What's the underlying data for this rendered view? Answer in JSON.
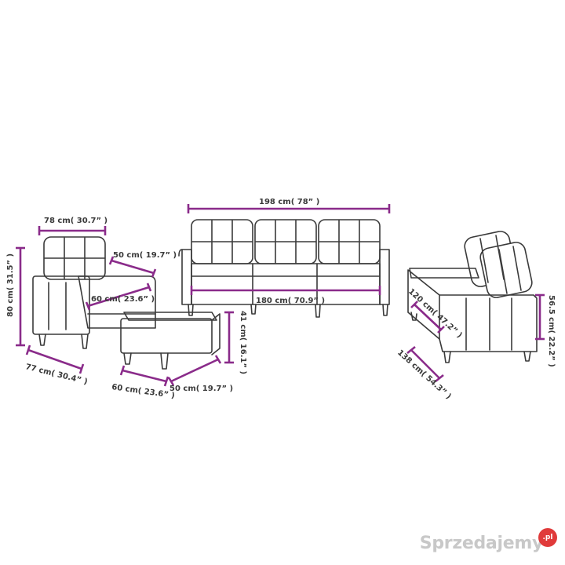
{
  "colors": {
    "dimension_line": "#8a2b8a",
    "outline": "#3a3a3a",
    "watermark_badge": "#e03a3a"
  },
  "armchair": {
    "width": "78 cm( 30.7” )",
    "height": "80 cm( 31.5” )",
    "depth": "77 cm( 30.4” )",
    "seat_depth": "50 cm( 19.7” )",
    "seat_width": "60 cm( 23.6” )"
  },
  "footstool": {
    "width": "60 cm( 23.6” )",
    "depth": "50 cm( 19.7” )",
    "height": "41 cm( 16.1” )"
  },
  "sofa": {
    "total_width": "198 cm( 78” )",
    "seat_width": "180 cm( 70.9” )"
  },
  "loveseat": {
    "seat_width": "120 cm( 47.2” )",
    "total_width": "138 cm( 54.3” )",
    "seat_height": "56.5 cm( 22.2” )"
  },
  "watermark": {
    "text": "Sprzedajemy",
    "badge": ".pl"
  }
}
